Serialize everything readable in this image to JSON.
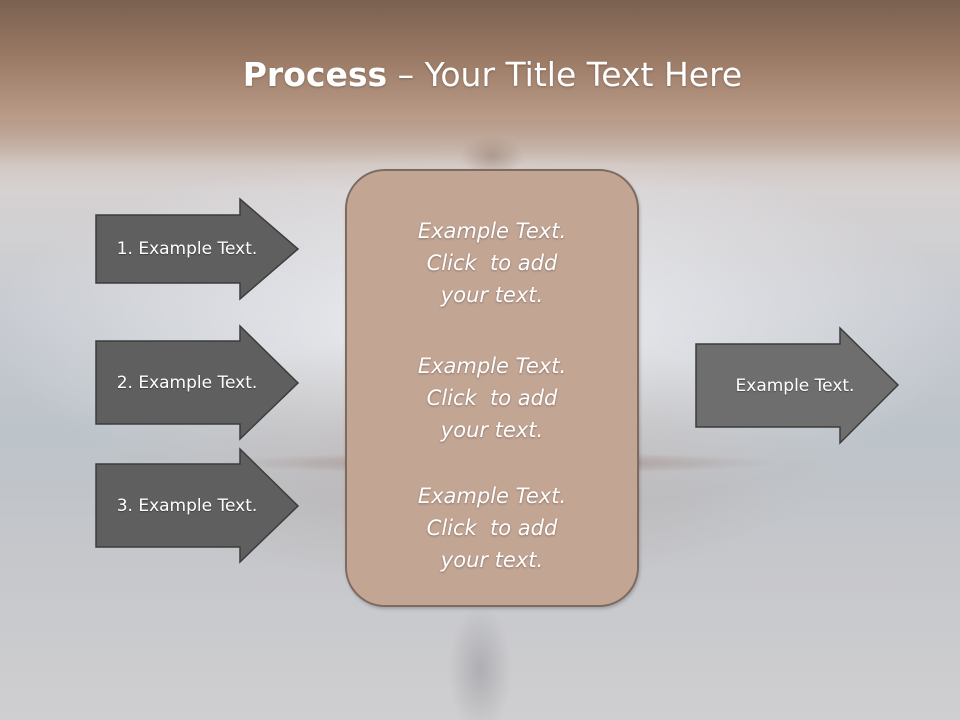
{
  "title": {
    "bold": "Process",
    "rest": " – Your Title Text Here"
  },
  "inputs": [
    {
      "label": "1. Example Text."
    },
    {
      "label": "2. Example Text."
    },
    {
      "label": "3. Example Text."
    }
  ],
  "center": {
    "blocks": [
      {
        "lines": [
          "Example Text.",
          "Click  to add",
          "your text."
        ]
      },
      {
        "lines": [
          "Example Text.",
          "Click  to add",
          "your text."
        ]
      },
      {
        "lines": [
          "Example Text.",
          "Click  to add",
          "your text."
        ]
      }
    ]
  },
  "output": {
    "label": "Example Text."
  },
  "colors": {
    "arrow_dark": "#5f5f5f",
    "arrow_output": "#6e6e6e",
    "box_fill": "#c3a594",
    "box_border": "#7d6a60"
  }
}
